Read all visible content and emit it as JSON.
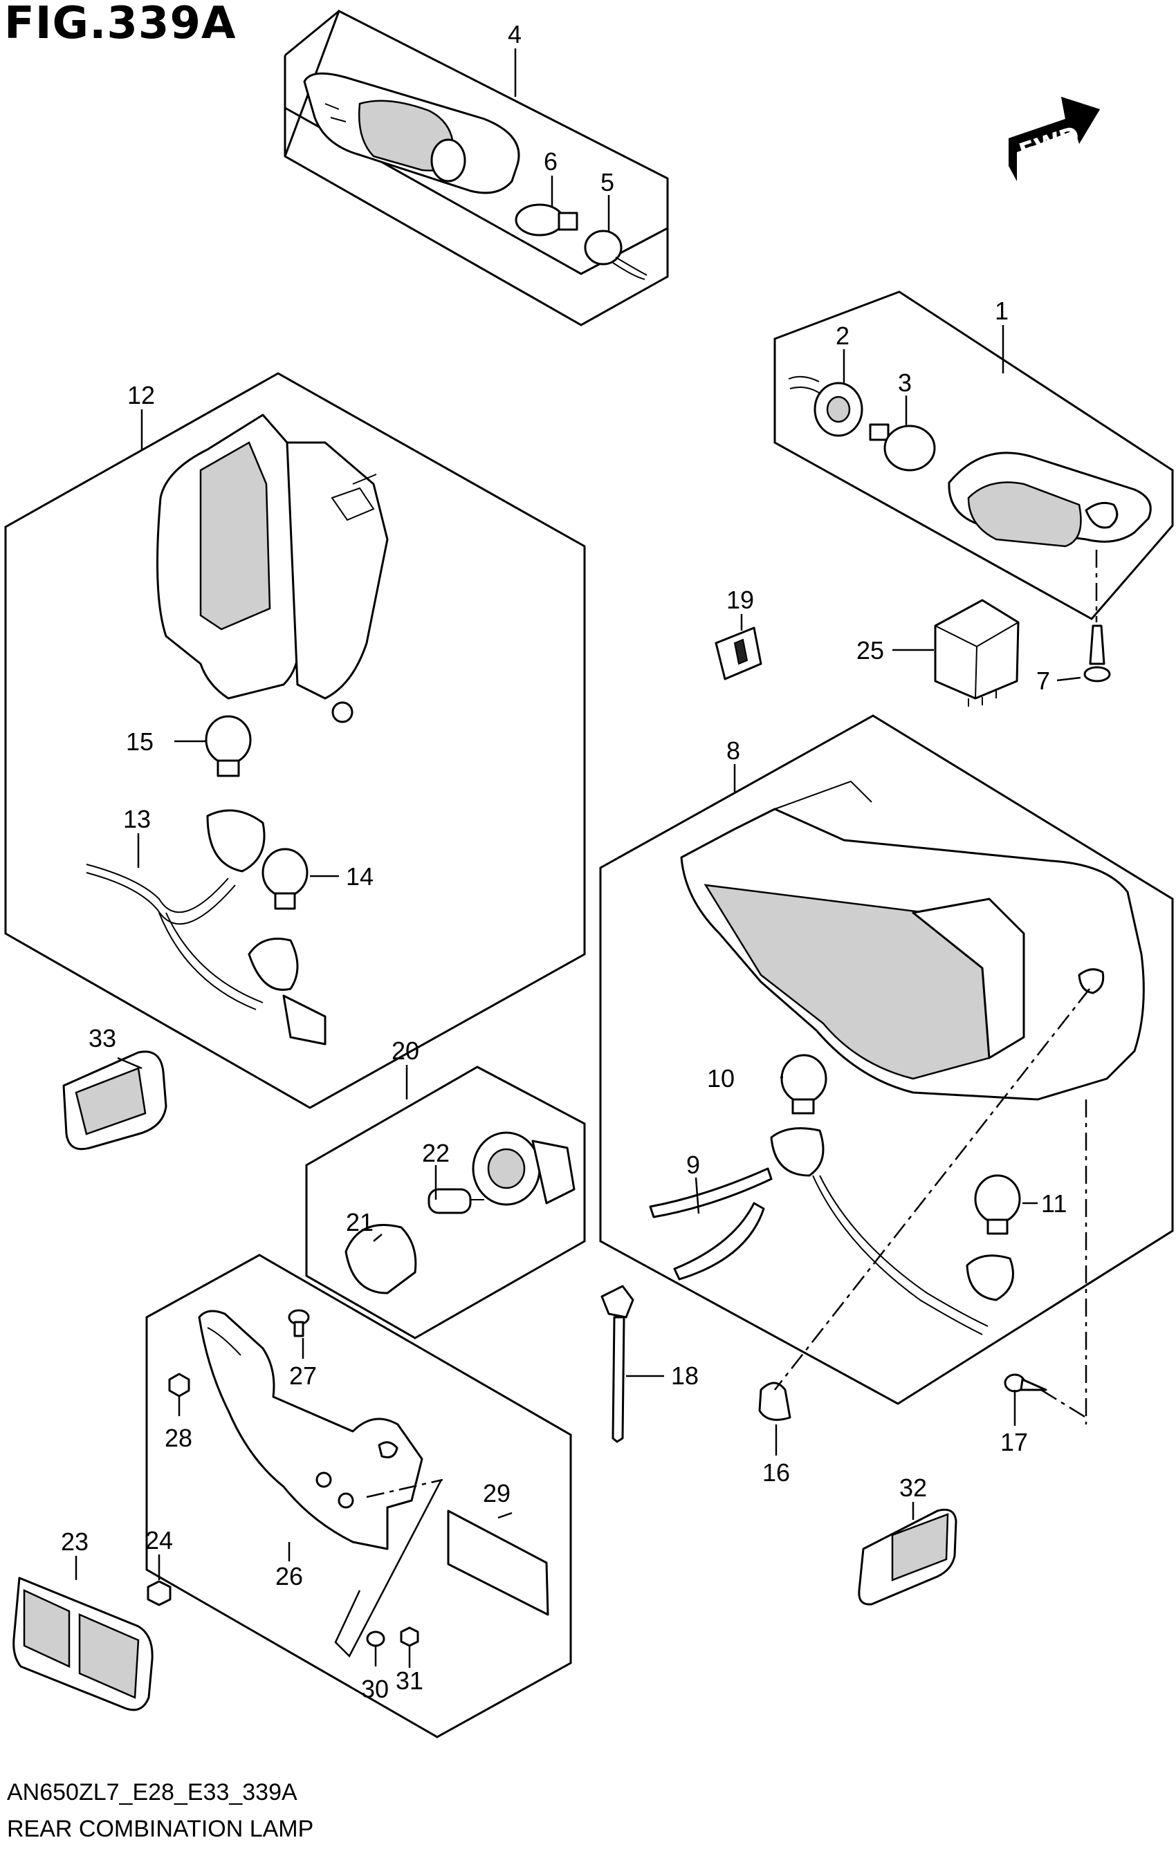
{
  "figure": {
    "title": "FIG.339A",
    "code": "AN650ZL7_E28_E33_339A",
    "name": "REAR COMBINATION LAMP",
    "direction_label": "FWD"
  },
  "callouts": [
    {
      "id": "c1",
      "label": "1"
    },
    {
      "id": "c2",
      "label": "2"
    },
    {
      "id": "c3",
      "label": "3"
    },
    {
      "id": "c4",
      "label": "4"
    },
    {
      "id": "c5",
      "label": "5"
    },
    {
      "id": "c6",
      "label": "6"
    },
    {
      "id": "c7",
      "label": "7"
    },
    {
      "id": "c8",
      "label": "8"
    },
    {
      "id": "c9",
      "label": "9"
    },
    {
      "id": "c10",
      "label": "10"
    },
    {
      "id": "c11",
      "label": "11"
    },
    {
      "id": "c12",
      "label": "12"
    },
    {
      "id": "c13",
      "label": "13"
    },
    {
      "id": "c14",
      "label": "14"
    },
    {
      "id": "c15",
      "label": "15"
    },
    {
      "id": "c16",
      "label": "16"
    },
    {
      "id": "c17",
      "label": "17"
    },
    {
      "id": "c18",
      "label": "18"
    },
    {
      "id": "c19",
      "label": "19"
    },
    {
      "id": "c20",
      "label": "20"
    },
    {
      "id": "c21",
      "label": "21"
    },
    {
      "id": "c22",
      "label": "22"
    },
    {
      "id": "c23",
      "label": "23"
    },
    {
      "id": "c24",
      "label": "24"
    },
    {
      "id": "c25",
      "label": "25"
    },
    {
      "id": "c26",
      "label": "26"
    },
    {
      "id": "c27",
      "label": "27"
    },
    {
      "id": "c28",
      "label": "28"
    },
    {
      "id": "c29",
      "label": "29"
    },
    {
      "id": "c30",
      "label": "30"
    },
    {
      "id": "c31",
      "label": "31"
    },
    {
      "id": "c32",
      "label": "32"
    },
    {
      "id": "c33",
      "label": "33"
    }
  ]
}
